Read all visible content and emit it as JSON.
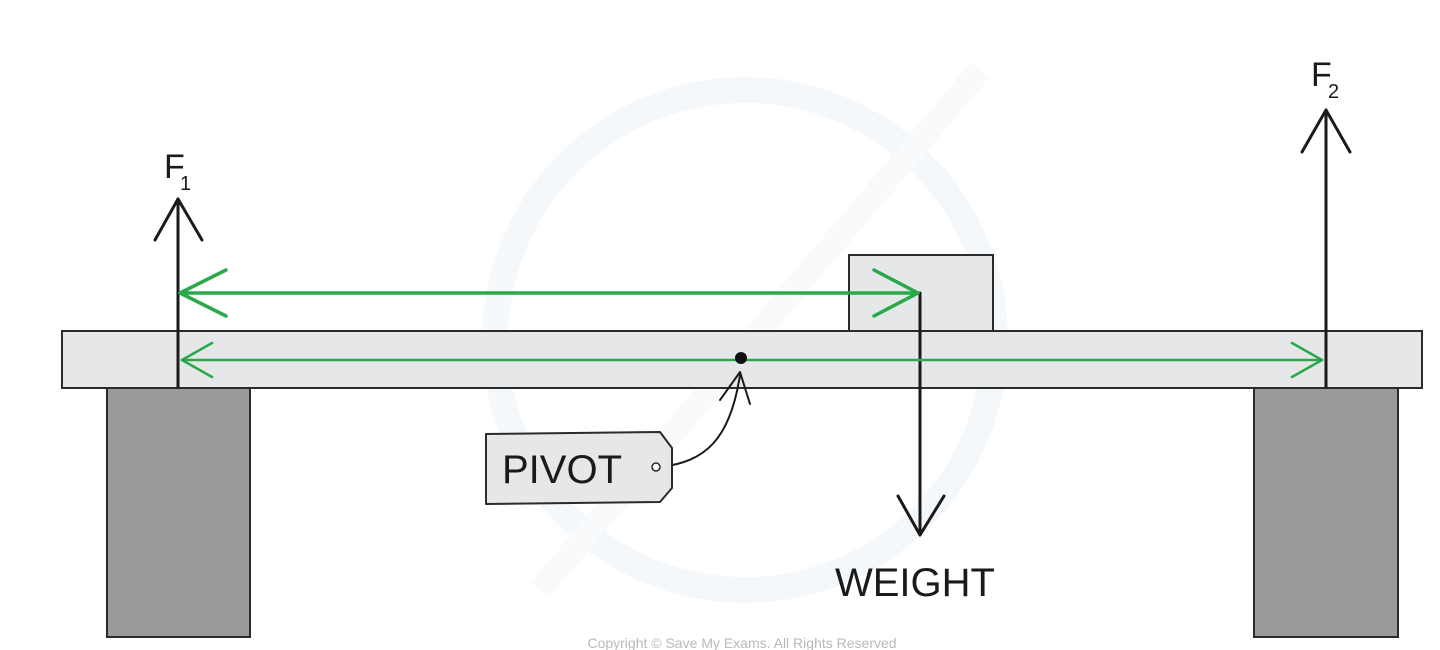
{
  "labels": {
    "f1": "F",
    "f1_sub": "1",
    "f2": "F",
    "f2_sub": "2",
    "pivot": "PIVOT",
    "weight": "WEIGHT"
  },
  "copyright": "Copyright © Save My Exams. All Rights Reserved",
  "colors": {
    "plank": "#e6e7e9",
    "support": "#999a9c",
    "block": "#e6e7e9",
    "outline": "#2b2b2b",
    "distance_arrow": "#2aa84a",
    "tag": "#e6e7e9",
    "watermark": "#eef4f8"
  }
}
